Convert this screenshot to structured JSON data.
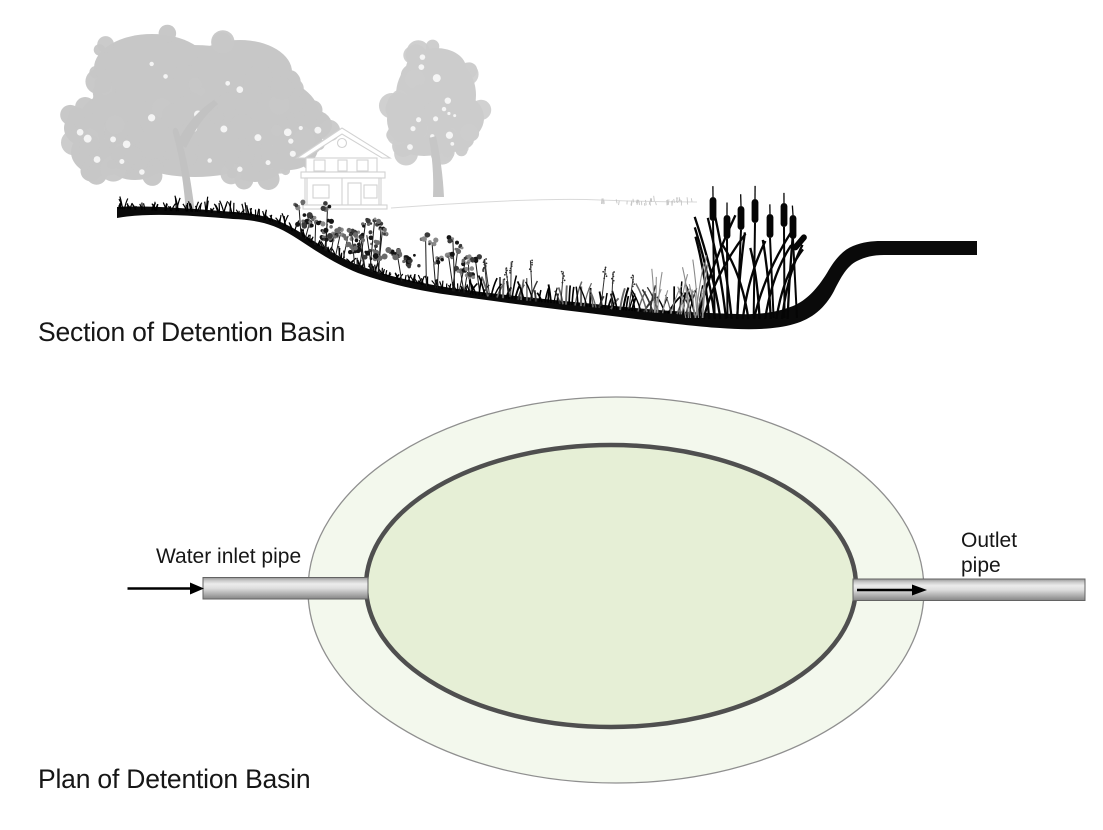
{
  "figure": {
    "type": "illustrated-diagram",
    "subject": "Detention Basin"
  },
  "section": {
    "title": "Section of Detention Basin",
    "depicted_elements": [
      "large-tree",
      "house",
      "small-tree",
      "lawn-grass",
      "wildflower-meadow",
      "tall-grass",
      "cattails",
      "basin-ground-profile"
    ]
  },
  "plan": {
    "title": "Plan of Detention Basin",
    "inlet_label": "Water inlet pipe",
    "outlet_label": "Outlet\npipe",
    "flow_direction": "left-to-right",
    "depicted_elements": [
      "outer-basin-bank",
      "inner-water-area",
      "inlet-pipe",
      "outlet-pipe",
      "inlet-flow-arrow",
      "outlet-flow-arrow"
    ]
  },
  "colors": {
    "page_bg": "#ffffff",
    "text": "#161616",
    "ground": "#0a0a0a",
    "tree_light": "#c7c7c7",
    "tree_dark": "#c2c2c2",
    "house_line": "#d2d2d2",
    "outer_basin_fill": "#f3f8ed",
    "outer_basin_border": "#8f8f8f",
    "inner_basin_fill": "#e6efd6",
    "inner_basin_border": "#4f4f4f",
    "pipe_border": "#636363",
    "arrow": "#000000"
  }
}
